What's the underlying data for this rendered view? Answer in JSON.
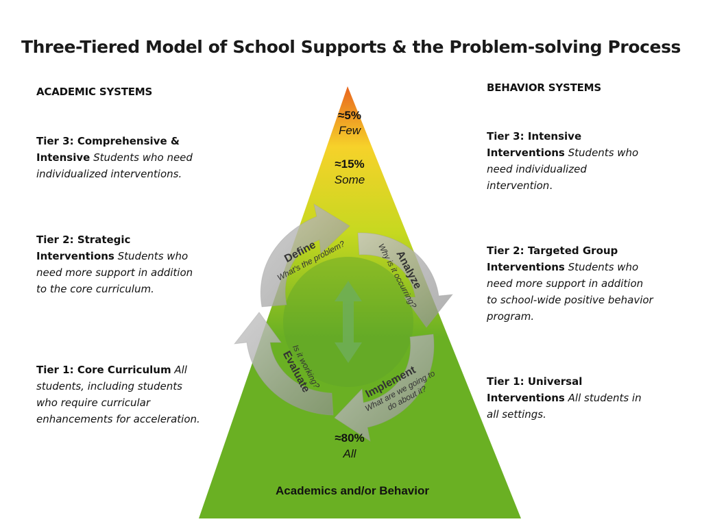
{
  "title": "Three-Tiered Model of School Supports & the Problem-solving Process",
  "academic": {
    "heading": "ACADEMIC SYSTEMS",
    "tiers": [
      {
        "label": "Tier 3: Comprehensive & Intensive",
        "desc": "Students who need individualized interventions."
      },
      {
        "label": "Tier 2:  Strategic Interventions",
        "desc": "Students who need more support in addition to the core curriculum."
      },
      {
        "label": "Tier 1: Core Curriculum",
        "desc": "All students, including students who require curricular enhancements for acceleration."
      }
    ]
  },
  "behavior": {
    "heading": "BEHAVIOR SYSTEMS",
    "tiers": [
      {
        "label": "Tier 3: Intensive Interventions",
        "desc": "Students who need individualized intervention",
        "tail": "."
      },
      {
        "label": "Tier 2: Targeted Group Interventions",
        "desc": "Students who need more support in addition to school-wide positive behavior program.",
        "tail": ""
      },
      {
        "label": "Tier 1: Universal Interventions",
        "desc": "All students in all settings.",
        "tail": ""
      }
    ]
  },
  "pyramid": {
    "levels": [
      {
        "pct": "≈5%",
        "word": "Few"
      },
      {
        "pct": "≈15%",
        "word": "Some"
      },
      {
        "pct": "≈80%",
        "word": "All"
      }
    ],
    "base_label": "Academics and/or Behavior",
    "cycle": [
      {
        "step": "Define",
        "question": "What's the problem?"
      },
      {
        "step": "Analyze",
        "question": "Why is it occurring?"
      },
      {
        "step": "Implement",
        "question": "What are we going to",
        "question2": "do about it?"
      },
      {
        "step": "Evaluate",
        "question": "Is it working?"
      }
    ],
    "colors": {
      "top": "#e8641e",
      "upper": "#f6d22a",
      "middle": "#c6d820",
      "base": "#6ab023"
    }
  }
}
